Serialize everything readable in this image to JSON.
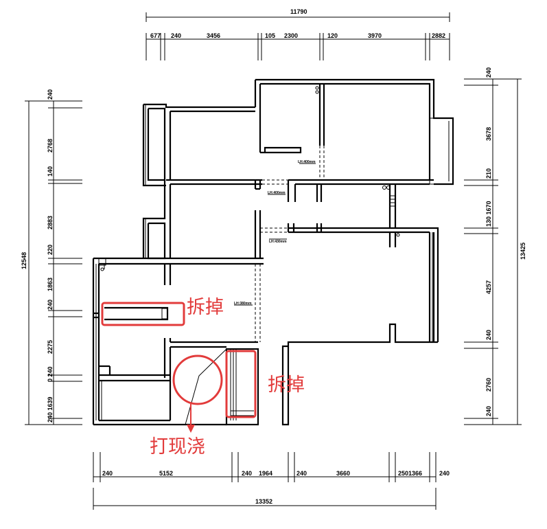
{
  "dimensions": {
    "top_total": "11790",
    "top_segments": [
      "677",
      "240",
      "3456",
      "105",
      "2300",
      "120",
      "3970",
      "2882"
    ],
    "bottom_total": "13352",
    "bottom_segments": [
      "240",
      "5152",
      "240",
      "1964",
      "240",
      "3660",
      "2501366",
      "240"
    ],
    "left_total": "12548",
    "left_segments": [
      "240",
      "2768",
      "140",
      "2883",
      "220",
      "1863",
      "240",
      "2275",
      "0 240",
      "240 1639"
    ],
    "right_total": "13425",
    "right_segments": [
      "240",
      "3678",
      "210",
      "130 1670",
      "4257",
      "240",
      "2760",
      "240"
    ]
  },
  "openings": {
    "o1": "LH:400mm",
    "o2": "LH:400mm",
    "o3": "LH:430mm",
    "o4": "LH:380mm"
  },
  "annotations": {
    "demolish_1": "拆掉",
    "demolish_2": "拆掉",
    "cast_in_place": "打现浇"
  },
  "colors": {
    "markup": "#e23b3b",
    "lines": "#000000"
  }
}
